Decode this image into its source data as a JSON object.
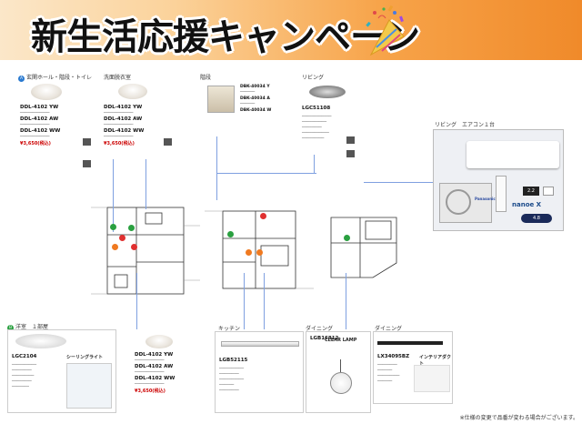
{
  "banner": {
    "title": "新生活応援キャンペーン"
  },
  "sections": {
    "entrance": {
      "marker": "A",
      "label": "玄関ホール・階段・トイレ",
      "models": [
        "DDL-4102 YW",
        "DDL-4102 AW",
        "DDL-4102 WW"
      ],
      "price": "¥3,650(税込)"
    },
    "washroom": {
      "label": "洗面脱衣室",
      "models": [
        "DDL-4102 YW",
        "DDL-4102 AW",
        "DDL-4102 WW"
      ],
      "price": "¥3,650(税込)"
    },
    "wall": {
      "label": "階段",
      "models": [
        "DBK-40034 Y",
        "DBK-40034 A",
        "DBK-40034 W"
      ]
    },
    "living": {
      "label": "リビング",
      "model": "LGC51108"
    },
    "aircon": {
      "label": "リビング　エアコン１台",
      "brand": "Panasonic",
      "nanoe": "nanoe X",
      "badge1": "2.2",
      "badge2": "4.8"
    },
    "western": {
      "marker": "B",
      "label": "洋室　１部屋",
      "model": "LGC2104",
      "lamp_name": "シーリングライト"
    },
    "western2": {
      "models": [
        "DDL-4102 YW",
        "DDL-4102 AW",
        "DDL-4102 WW"
      ],
      "price": "¥3,650(税込)"
    },
    "kitchen": {
      "label": "キッチン",
      "model": "LGB52115"
    },
    "dining1": {
      "label": "ダイニング",
      "model": "LGB16812",
      "lamp_name": "CLEAR LAMP"
    },
    "dining2": {
      "label": "ダイニング",
      "model": "LX34095BZ",
      "lamp_name": "インテリアダクト"
    }
  },
  "footer": {
    "note": "※仕様の変更で品番が変わる場合がございます。"
  },
  "colors": {
    "accent": "#f08a2a",
    "pin_red": "#e03030",
    "pin_green": "#2aa040",
    "pin_orange": "#f07a20",
    "line_blue": "#7fa0e0"
  }
}
